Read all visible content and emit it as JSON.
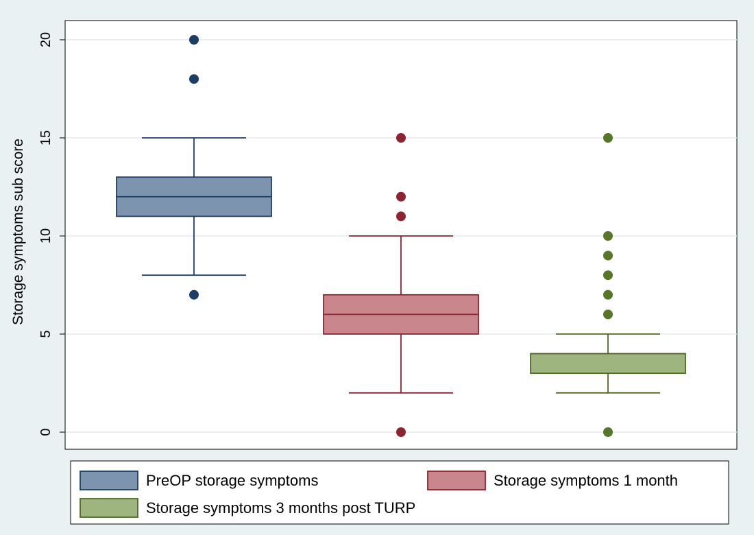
{
  "chart_data": {
    "type": "box",
    "ylabel": "Storage symptoms sub score",
    "xlabel": "",
    "ylim": [
      0,
      20
    ],
    "yticks": [
      0,
      5,
      10,
      15,
      20
    ],
    "grid": true,
    "legend_position": "bottom",
    "series": [
      {
        "name": "PreOP storage symptoms",
        "color": "#7d94ae",
        "edge_color": "#1f3e66",
        "marker_color": "#1c3e64",
        "whisker_low": 8,
        "q1": 11,
        "median": 12,
        "q3": 13,
        "whisker_high": 15,
        "outliers": [
          20,
          18,
          7
        ]
      },
      {
        "name": "Storage symptoms 1 month",
        "color": "#c9878d",
        "edge_color": "#8c2530",
        "marker_color": "#8f2431",
        "whisker_low": 2,
        "q1": 5,
        "median": 6,
        "q3": 7,
        "whisker_high": 10,
        "outliers": [
          15,
          12,
          11,
          0
        ]
      },
      {
        "name": "Storage symptoms 3 months post TURP",
        "color": "#9fb57f",
        "edge_color": "#4f6a25",
        "marker_color": "#567628",
        "whisker_low": 2,
        "q1": 3,
        "median": 4,
        "q3": 4,
        "whisker_high": 5,
        "outliers": [
          15,
          10,
          9,
          8,
          7,
          6,
          0
        ]
      }
    ]
  }
}
